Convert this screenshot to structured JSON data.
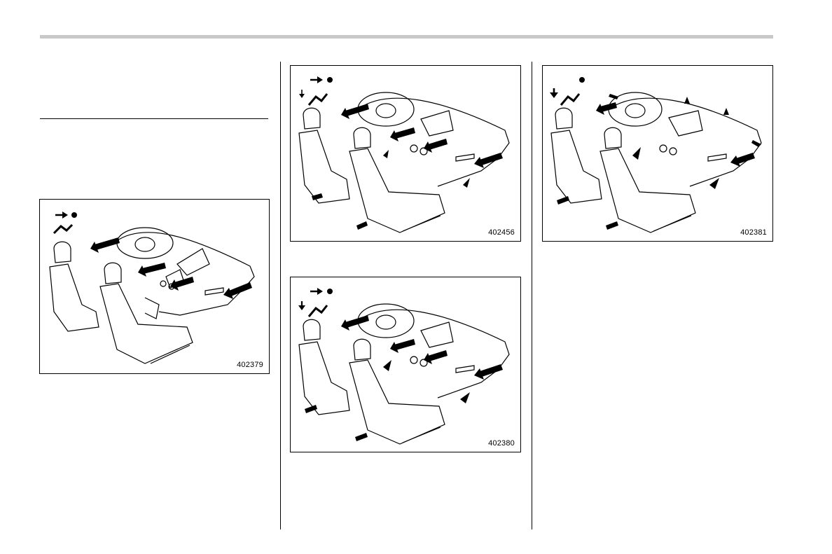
{
  "figures": [
    {
      "id": "fig-a",
      "code": "402379",
      "mode_icon": "vent-face-icon"
    },
    {
      "id": "fig-b",
      "code": "402456",
      "mode_icon": "vent-bilevel-icon"
    },
    {
      "id": "fig-c",
      "code": "402380",
      "mode_icon": "vent-heat-icon"
    },
    {
      "id": "fig-d",
      "code": "402381",
      "mode_icon": "vent-heat-defrost-icon"
    }
  ],
  "colors": {
    "rule": "#c9c9c9",
    "ink": "#000000"
  }
}
